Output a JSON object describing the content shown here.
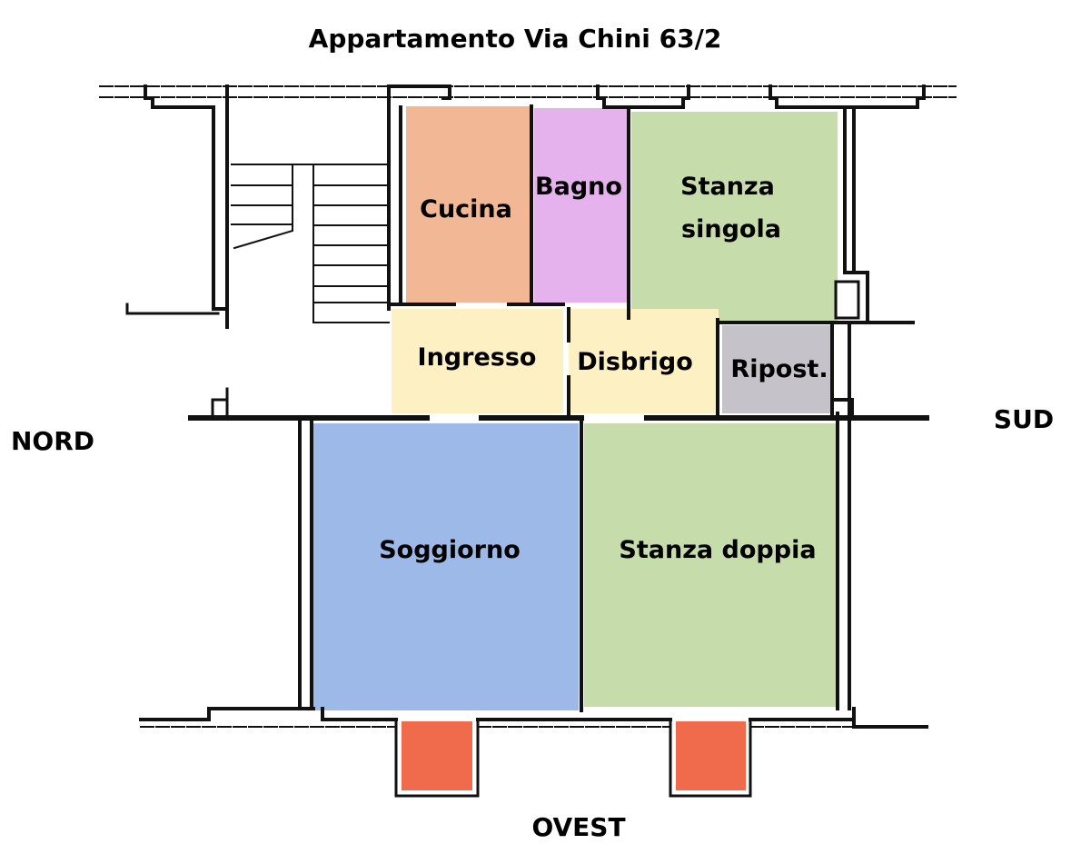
{
  "title": "Appartamento Via Chini 63/2",
  "directions": {
    "north": "NORD",
    "south": "SUD",
    "west": "OVEST"
  },
  "rooms": [
    {
      "id": "cucina",
      "label": [
        "Cucina"
      ],
      "color": "#f2b896"
    },
    {
      "id": "bagno",
      "label": [
        "Bagno"
      ],
      "color": "#e6b2ee"
    },
    {
      "id": "stanza-singola",
      "label": [
        "Stanza",
        "singola"
      ],
      "color": "#c6dcaa"
    },
    {
      "id": "ingresso",
      "label": [
        "Ingresso"
      ],
      "color": "#fdf0c2"
    },
    {
      "id": "disbrigo",
      "label": [
        "Disbrigo"
      ],
      "color": "#fdf0c2"
    },
    {
      "id": "ripostiglio",
      "label": [
        "Ripost."
      ],
      "color": "#c6c2ca"
    },
    {
      "id": "soggiorno",
      "label": [
        "Soggiorno"
      ],
      "color": "#9cb9e8"
    },
    {
      "id": "stanza-doppia",
      "label": [
        "Stanza doppia"
      ],
      "color": "#c6dcaa"
    }
  ],
  "balcony_color": "#f06a4c"
}
